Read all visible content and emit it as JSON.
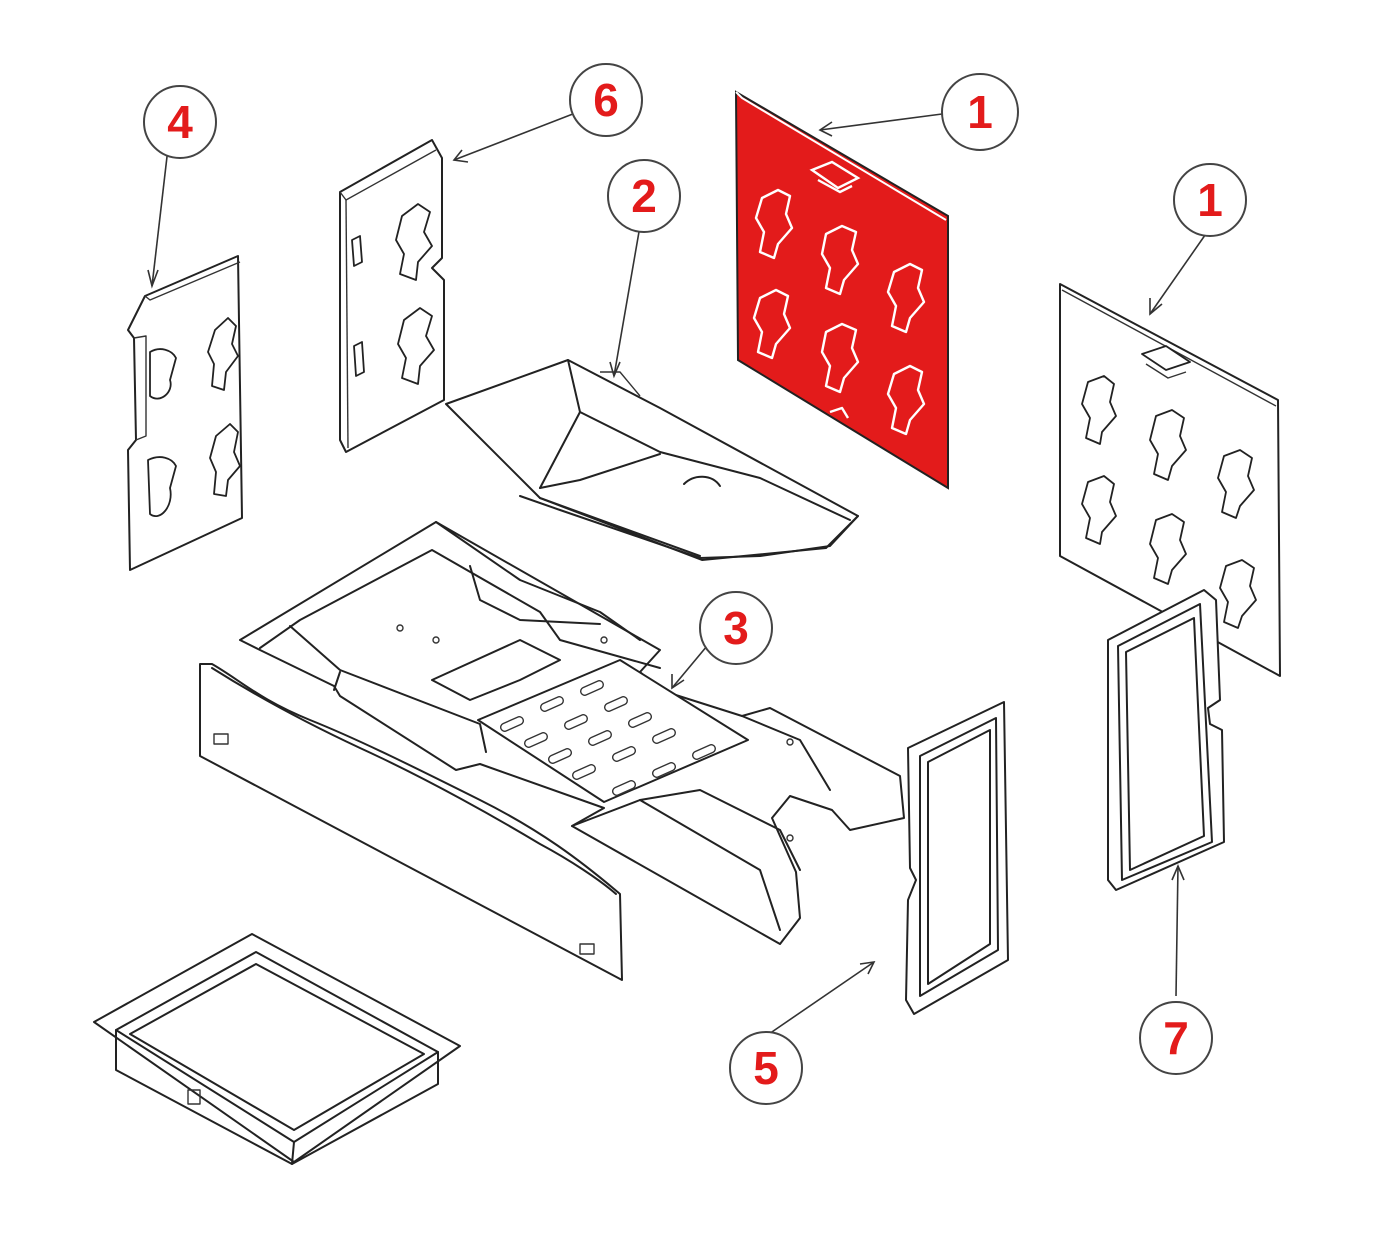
{
  "diagram": {
    "highlight_color": "#e31b1b",
    "callouts": [
      {
        "id": "c4",
        "label": "4"
      },
      {
        "id": "c6",
        "label": "6"
      },
      {
        "id": "c1a",
        "label": "1"
      },
      {
        "id": "c2",
        "label": "2"
      },
      {
        "id": "c1b",
        "label": "1"
      },
      {
        "id": "c3",
        "label": "3"
      },
      {
        "id": "c5",
        "label": "5"
      },
      {
        "id": "c7",
        "label": "7"
      }
    ],
    "parts": [
      {
        "id": "part-1",
        "highlighted": true
      },
      {
        "id": "part-1-alt",
        "highlighted": false
      },
      {
        "id": "part-2",
        "highlighted": false
      },
      {
        "id": "part-3",
        "highlighted": false
      },
      {
        "id": "part-4",
        "highlighted": false
      },
      {
        "id": "part-5",
        "highlighted": false
      },
      {
        "id": "part-6",
        "highlighted": false
      },
      {
        "id": "part-7",
        "highlighted": false
      },
      {
        "id": "ash-pan",
        "highlighted": false
      },
      {
        "id": "front-plate",
        "highlighted": false
      }
    ]
  }
}
